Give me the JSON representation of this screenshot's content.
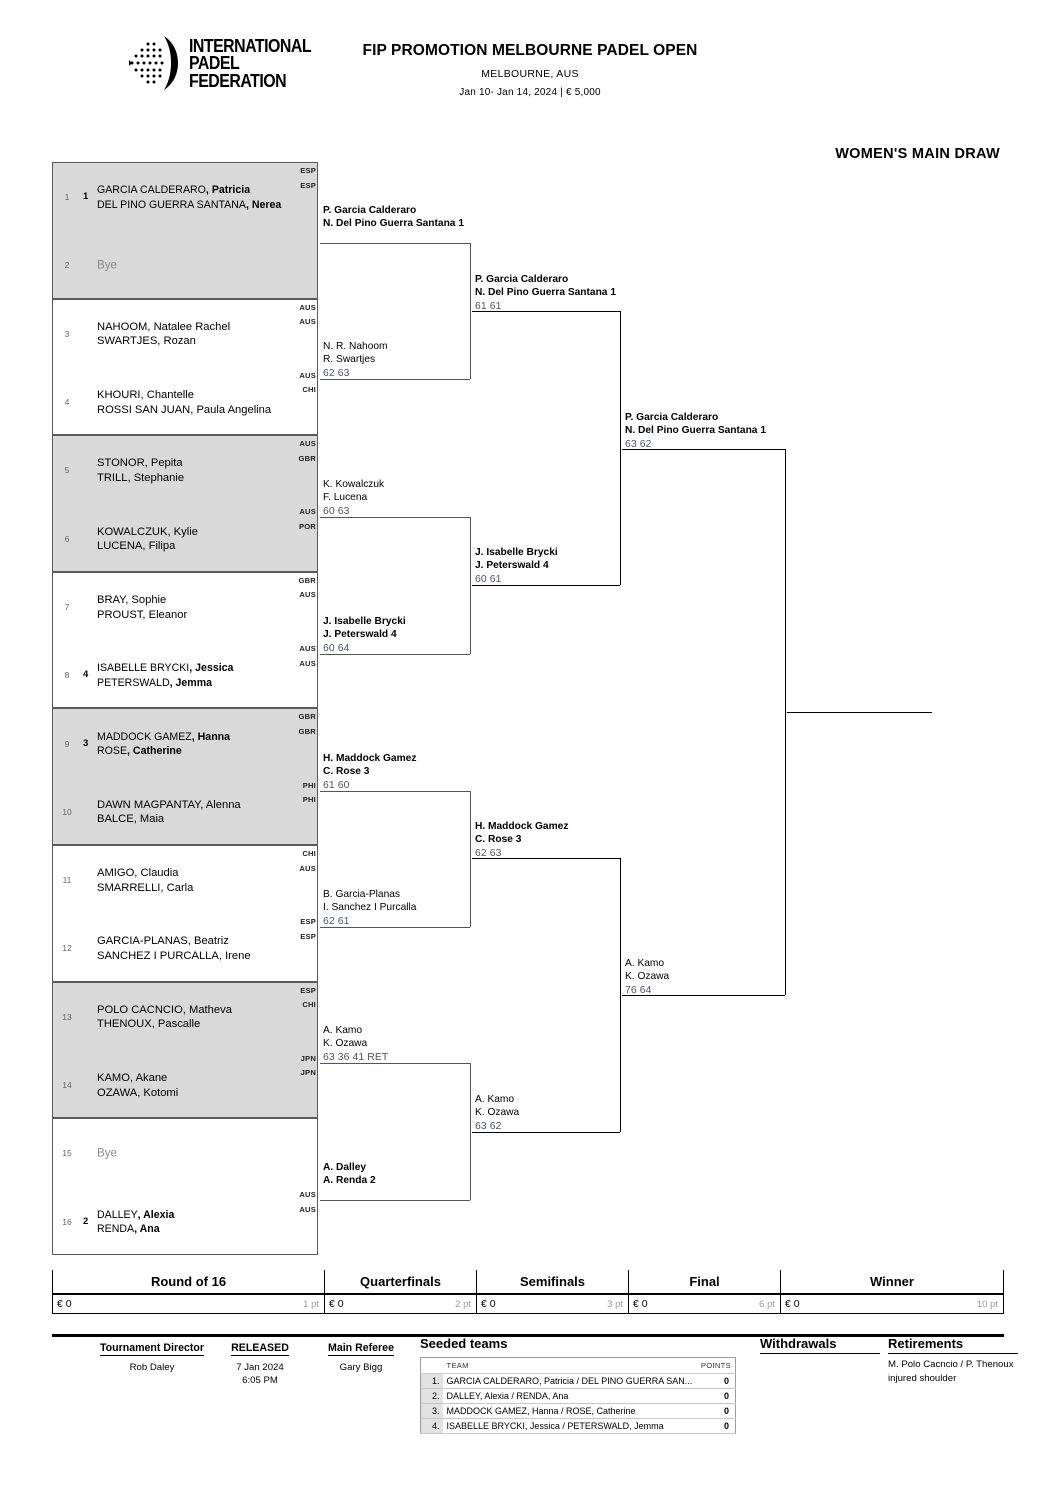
{
  "header": {
    "logo_lines": [
      "INTERNATIONAL",
      "PADEL",
      "FEDERATION"
    ],
    "title": "FIP PROMOTION MELBOURNE PADEL OPEN",
    "city": "MELBOURNE, AUS",
    "dates": "Jan 10- Jan 14, 2024  |  € 5,000",
    "draw_label": "WOMEN'S MAIN DRAW"
  },
  "entries": [
    {
      "no": "1",
      "shaded": true,
      "seeded": true,
      "seed": "1",
      "p1_sur": "GARCIA CALDERARO",
      "p1_giv": "Patricia",
      "c1": "ESP",
      "p2_sur": "DEL PINO GUERRA SANTANA",
      "p2_giv": "Nerea",
      "c2": "ESP"
    },
    {
      "no": "2",
      "shaded": true,
      "bye": "Bye"
    },
    {
      "no": "3",
      "shaded": false,
      "p1_sur": "NAHOOM",
      "p1_giv": "Natalee Rachel",
      "c1": "AUS",
      "p2_sur": "SWARTJES",
      "p2_giv": "Rozan",
      "c2": "AUS"
    },
    {
      "no": "4",
      "shaded": false,
      "p1_sur": "KHOURI",
      "p1_giv": "Chantelle",
      "c1": "AUS",
      "p2_sur": "ROSSI SAN JUAN",
      "p2_giv": "Paula Angelina",
      "c2": "CHI"
    },
    {
      "no": "5",
      "shaded": true,
      "p1_sur": "STONOR",
      "p1_giv": "Pepita",
      "c1": "AUS",
      "p2_sur": "TRILL",
      "p2_giv": "Stephanie",
      "c2": "GBR"
    },
    {
      "no": "6",
      "shaded": true,
      "p1_sur": "KOWALCZUK",
      "p1_giv": "Kylie",
      "c1": "AUS",
      "p2_sur": "LUCENA",
      "p2_giv": "Filipa",
      "c2": "POR"
    },
    {
      "no": "7",
      "shaded": false,
      "p1_sur": "BRAY",
      "p1_giv": "Sophie",
      "c1": "GBR",
      "p2_sur": "PROUST",
      "p2_giv": "Eleanor",
      "c2": "AUS"
    },
    {
      "no": "8",
      "shaded": false,
      "seeded": true,
      "seed": "4",
      "p1_sur": "ISABELLE BRYCKI",
      "p1_giv": "Jessica",
      "c1": "AUS",
      "p2_sur": "PETERSWALD",
      "p2_giv": "Jemma",
      "c2": "AUS"
    },
    {
      "no": "9",
      "shaded": true,
      "seeded": true,
      "seed": "3",
      "p1_sur": "MADDOCK GAMEZ",
      "p1_giv": "Hanna",
      "c1": "GBR",
      "p2_sur": "ROSE",
      "p2_giv": "Catherine",
      "c2": "GBR"
    },
    {
      "no": "10",
      "shaded": true,
      "p1_sur": "DAWN MAGPANTAY",
      "p1_giv": "Alenna",
      "c1": "PHI",
      "p2_sur": "BALCE",
      "p2_giv": "Maia",
      "c2": "PHI"
    },
    {
      "no": "11",
      "shaded": false,
      "p1_sur": "AMIGO",
      "p1_giv": "Claudia",
      "c1": "CHI",
      "p2_sur": "SMARRELLI",
      "p2_giv": "Carla",
      "c2": "AUS"
    },
    {
      "no": "12",
      "shaded": false,
      "p1_sur": "GARCIA-PLANAS",
      "p1_giv": "Beatriz",
      "c1": "ESP",
      "p2_sur": "SANCHEZ I PURCALLA",
      "p2_giv": "Irene",
      "c2": "ESP"
    },
    {
      "no": "13",
      "shaded": true,
      "p1_sur": "POLO CACNCIO",
      "p1_giv": "Matheva",
      "c1": "ESP",
      "p2_sur": "THENOUX",
      "p2_giv": "Pascalle",
      "c2": "CHI"
    },
    {
      "no": "14",
      "shaded": true,
      "p1_sur": "KAMO",
      "p1_giv": "Akane",
      "c1": "JPN",
      "p2_sur": "OZAWA",
      "p2_giv": "Kotomi",
      "c2": "JPN"
    },
    {
      "no": "15",
      "shaded": false,
      "bye": "Bye"
    },
    {
      "no": "16",
      "shaded": false,
      "seeded": true,
      "seed": "2",
      "p1_sur": "DALLEY",
      "p1_giv": "Alexia",
      "c1": "AUS",
      "p2_sur": "RENDA",
      "p2_giv": "Ana",
      "c2": "AUS"
    }
  ],
  "round16": [
    {
      "l1": "P. Garcia Calderaro",
      "l2": "N. Del Pino Guerra Santana",
      "seed": "1",
      "score": "",
      "bold": true
    },
    {
      "l1": "N. R. Nahoom",
      "l2": "R. Swartjes",
      "seed": "",
      "score": "62 63",
      "bold": false
    },
    {
      "l1": "K. Kowalczuk",
      "l2": "F. Lucena",
      "seed": "",
      "score": "60 63",
      "bold": false
    },
    {
      "l1": "J. Isabelle Brycki",
      "l2": "J. Peterswald",
      "seed": "4",
      "score": "60 64",
      "bold": true
    },
    {
      "l1": "H. Maddock Gamez",
      "l2": "C. Rose",
      "seed": "3",
      "score": "61 60",
      "bold": true
    },
    {
      "l1": "B. Garcia-Planas",
      "l2": "I. Sanchez I Purcalla",
      "seed": "",
      "score": "62 61",
      "bold": false
    },
    {
      "l1": "A. Kamo",
      "l2": "K. Ozawa",
      "seed": "",
      "score": "63 36 41 RET",
      "bold": false
    },
    {
      "l1": "A. Dalley",
      "l2": "A. Renda",
      "seed": "2",
      "score": "",
      "bold": true
    }
  ],
  "quarterfinals": [
    {
      "l1": "P. Garcia Calderaro",
      "l2": "N. Del Pino Guerra Santana",
      "seed": "1",
      "score": "61 61",
      "bold": true
    },
    {
      "l1": "J. Isabelle Brycki",
      "l2": "J. Peterswald",
      "seed": "4",
      "score": "60 61",
      "bold": true
    },
    {
      "l1": "H. Maddock Gamez",
      "l2": "C. Rose",
      "seed": "3",
      "score": "62 63",
      "bold": true
    },
    {
      "l1": "A. Kamo",
      "l2": "K. Ozawa",
      "seed": "",
      "score": "63 62",
      "bold": false
    }
  ],
  "semifinals": [
    {
      "l1": "P. Garcia Calderaro",
      "l2": "N. Del Pino Guerra Santana",
      "seed": "1",
      "score": "63 62",
      "bold": true
    },
    {
      "l1": "A. Kamo",
      "l2": "K. Ozawa",
      "seed": "",
      "score": "76 64",
      "bold": false
    }
  ],
  "final": [
    {
      "l1": "",
      "l2": "",
      "seed": "",
      "score": "",
      "bold": true
    }
  ],
  "prize": {
    "headers": [
      "Round of 16",
      "Quarterfinals",
      "Semifinals",
      "Final",
      "Winner"
    ],
    "money": [
      "€ 0",
      "€ 0",
      "€ 0",
      "€ 0",
      "€ 0"
    ],
    "points": [
      "1 pt",
      "2 pt",
      "3 pt",
      "6 pt",
      "10 pt"
    ]
  },
  "footer": {
    "director_label": "Tournament Director",
    "director_name": "Rob Daley",
    "released_label": "RELEASED",
    "released_date": "7 Jan 2024",
    "released_time": "6:05 PM",
    "referee_label": "Main Referee",
    "referee_name": "Gary Bigg",
    "seeded_title": "Seeded teams",
    "seeded_col_team": "TEAM",
    "seeded_col_points": "POINTS",
    "seeded_rows": [
      {
        "idx": "1.",
        "team": "GARCIA CALDERARO, Patricia / DEL PINO GUERRA SAN...",
        "pts": "0"
      },
      {
        "idx": "2.",
        "team": "DALLEY, Alexia / RENDA, Ana",
        "pts": "0"
      },
      {
        "idx": "3.",
        "team": "MADDOCK GAMEZ, Hanna / ROSE, Catherine",
        "pts": "0"
      },
      {
        "idx": "4.",
        "team": "ISABELLE BRYCKI, Jessica / PETERSWALD, Jemma",
        "pts": "0"
      }
    ],
    "withdrawals_title": "Withdrawals",
    "withdrawals_body": "",
    "retirements_title": "Retirements",
    "retirement_team": "M. Polo Cacncio / P. Thenoux",
    "retirement_reason": "injured shoulder"
  }
}
